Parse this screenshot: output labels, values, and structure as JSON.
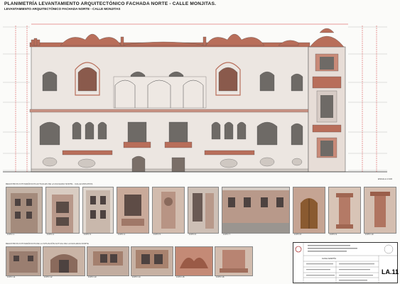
{
  "title": {
    "main": "PLANIMETRÍA LEVANTAMIENTO ARQUITECTÓNICO FACHADA NORTE - CALLE MONJITAS.",
    "sub": "LEVANTAMIENTO ARQUITECTÓNICO FACHADA NORTE - CALLE MONJITAS"
  },
  "drawing": {
    "scale_note": "ESCALA 1:100",
    "colors": {
      "wall": "#ece6e1",
      "ornament": "#b86e5a",
      "line": "#4a4a4a",
      "window": "#6e6a66",
      "dim": "#d43a3a"
    }
  },
  "photos_top": {
    "caption": "REGISTROS FOTOGRÁFICOS ACTUALES DE LA FACHADA NORTE - CALLE MONJITAS",
    "labels": [
      "FOTO 1",
      "FOTO 2",
      "FOTO 3",
      "FOTO 4",
      "FOTO 5",
      "FOTO 6",
      "FOTO 7",
      "FOTO 8",
      "FOTO 9",
      "FOTO 10"
    ]
  },
  "photos_bottom": {
    "caption": "REGISTROS FOTOGRÁFICOS DE LA SITUACIÓN ACTUAL DE LA FACHADA NORTE",
    "labels": [
      "FOTO 11",
      "FOTO 12",
      "FOTO 13",
      "FOTO 14",
      "FOTO 15",
      "FOTO 16"
    ]
  },
  "title_block": {
    "project": "CASA ARIZTÍA",
    "sheet": "LA.11"
  }
}
